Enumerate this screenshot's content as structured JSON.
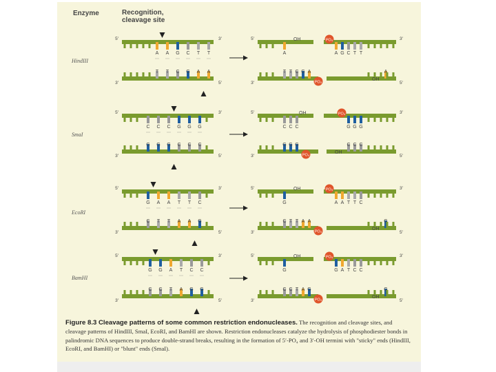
{
  "colors": {
    "panel": "#f7f5dc",
    "strand": "#7a9b2e",
    "adenine": "#f0a830",
    "thymine": "#aaaaaa",
    "guanine": "#1f5fa0",
    "cytosine": "#9a9a9a",
    "phosphate": "#e0552b",
    "arrow": "#222222"
  },
  "headers": {
    "enzyme": "Enzyme",
    "site_line1": "Recognition,",
    "site_line2": "cleavage site"
  },
  "labels": {
    "five_prime": "5′",
    "three_prime": "3′",
    "oh": "OH",
    "po4": "PO₄"
  },
  "enzymes": [
    {
      "name": "HindIII",
      "top_seq": "AAGCTT",
      "bottom_seq": "TTCGAA",
      "cut_top_after": 1,
      "cut_bottom_after": 5,
      "frag_left_top": "A",
      "frag_left_bottom": "TTCGA",
      "frag_right_top": "AGCTT",
      "frag_right_bottom": "A"
    },
    {
      "name": "SmaI",
      "top_seq": "CCCGGG",
      "bottom_seq": "GGGCCC",
      "cut_top_after": 3,
      "cut_bottom_after": 3,
      "frag_left_top": "CCC",
      "frag_left_bottom": "GGG",
      "frag_right_top": "GGG",
      "frag_right_bottom": "CCC"
    },
    {
      "name": "EcoRI",
      "top_seq": "GAATTC",
      "bottom_seq": "CTTAAG",
      "cut_top_after": 1,
      "cut_bottom_after": 5,
      "frag_left_top": "G",
      "frag_left_bottom": "CTTAA",
      "frag_right_top": "AATTC",
      "frag_right_bottom": "G"
    },
    {
      "name": "BamHI",
      "top_seq": "GGATCC",
      "bottom_seq": "CCTAGG",
      "cut_top_after": 1,
      "cut_bottom_after": 5,
      "frag_left_top": "G",
      "frag_left_bottom": "CCTAG",
      "frag_right_top": "GATCC",
      "frag_right_bottom": "G"
    }
  ],
  "caption": {
    "title": "Figure 8.3 Cleavage patterns of some common restriction endonucleases.",
    "body": "The recognition and cleavage sites, and cleavage patterns of HindIII, SmaI, EcoRI, and BamHI are shown. Restriction endonucleases catalyze the hydrolysis of phosphodiester bonds in palindromic DNA sequences to produce double-strand breaks, resulting in the formation of 5′-PO₄ and 3′-OH termini with \"sticky\" ends (HindIII, EcoRI, and BamHI) or \"blunt\" ends (SmaI)."
  }
}
